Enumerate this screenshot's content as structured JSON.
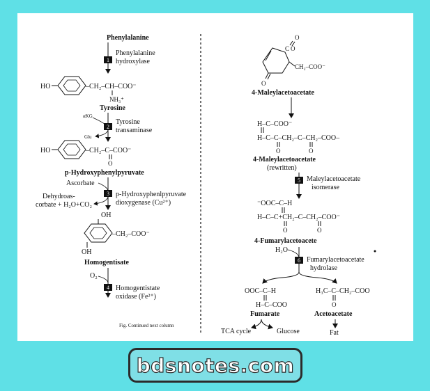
{
  "left": {
    "phenylalanine": "Phenylalanine",
    "step1": "1",
    "enzyme1_l1": "Phenylalanine",
    "enzyme1_l2": "hydroxylase",
    "ho1": "HO",
    "chain1": "–CH₂–CH–COO⁻",
    "nh3": "NH₃⁺",
    "tyrosine": "Tyrosine",
    "akg": "αKG",
    "glu": "Glu",
    "step2": "2",
    "enzyme2_l1": "Tyrosine",
    "enzyme2_l2": "transaminase",
    "ho2": "HO",
    "chain2": "–CH₂–C–COO⁻",
    "o2": "O",
    "hpp": "p-Hydroxyphenylpyruvate",
    "ascorbate": "Ascorbate",
    "dehydro_l1": "Dehydroas-",
    "dehydro_l2": "corbate + H₂O+CO₂",
    "step3": "3",
    "enzyme3_l1": "p-Hydroxyphenlpyruvate",
    "enzyme3_l2": "dioxygenase (Cu²⁺)",
    "oh_top": "OH",
    "chain3": "–CH₂–COO⁻",
    "oh_bottom": "OH",
    "homogentisate": "Homogentisate",
    "o2mol": "O₂",
    "step4": "4",
    "enzyme4_l1": "Homogentistate",
    "enzyme4_l2": "oxidase (Fe²⁺)",
    "caption": "Fig. Continued next column"
  },
  "right": {
    "o_top": "O",
    "c_o": "C",
    "o_left": "O",
    "ring_coo": "CH₂–COO⁻",
    "mal1": "4-Maleylacetoacetate",
    "line1": "H–C–COO⁻",
    "line2": "H–C–C–CH₂–C–CH₂–COO–",
    "o_m1": "O",
    "o_m2": "O",
    "mal2": "4-Maleylacetoacetate",
    "rewritten": "(rewritten)",
    "step5": "5",
    "enzyme5_l1": "Maleylacetoacetate",
    "enzyme5_l2": "isomerase",
    "fum_l1": "⁻OOC–C–H",
    "fum_l2": "H–C–C+CH₂–C–CH₂–COO⁻",
    "o_f1": "O",
    "o_f2": "O",
    "fumaryl": "4-Fumarylacetoacete",
    "h2o": "H₂O",
    "step6": "6",
    "enzyme6_l1": "Fumarylacetoacetate",
    "enzyme6_l2": "hydrolase",
    "fumarate_l1": "OOC–C–H",
    "fumarate_l2": "H–C–COO",
    "fumarate": "Fumarate",
    "aceto_l1": "H₃C–C–CH₂–COO",
    "o_a": "O",
    "acetoacetate": "Acetoacetate",
    "tca": "TCA cycle",
    "glucose": "Glucose",
    "fat": "Fat"
  },
  "watermark": "bdsnotes.com"
}
